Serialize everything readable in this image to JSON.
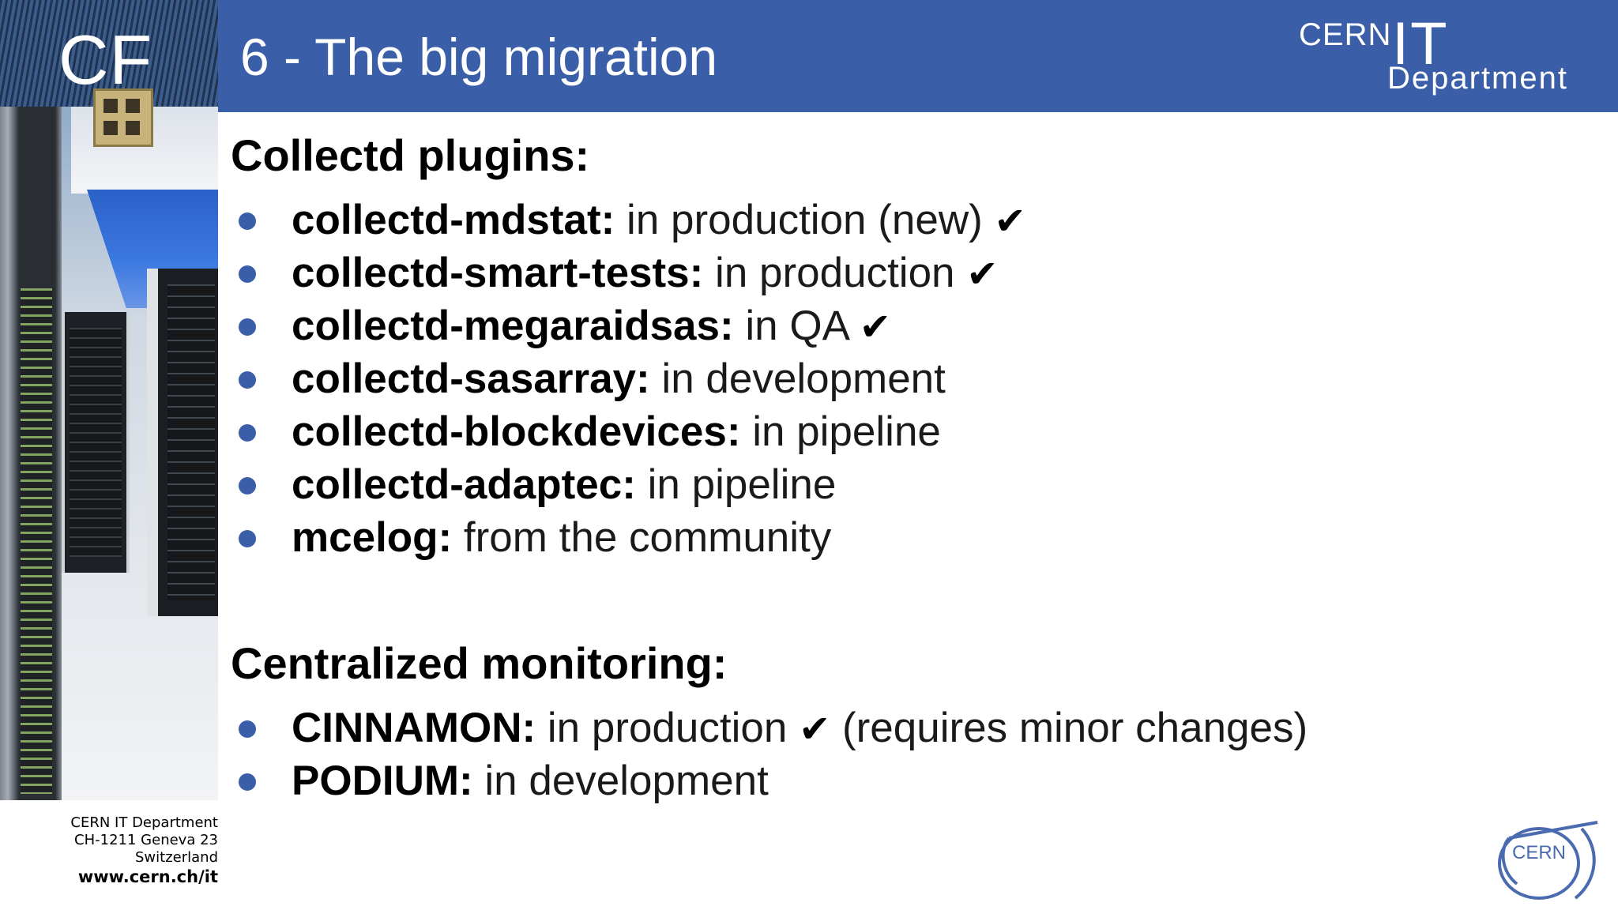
{
  "sidebar": {
    "section_label": "CF"
  },
  "header": {
    "title": "6 - The big migration",
    "logo": {
      "cern": "CERN",
      "it": "IT",
      "department": "Department"
    }
  },
  "sections": [
    {
      "heading": "Collectd plugins:",
      "items": [
        {
          "name": "collectd-mdstat:",
          "status": " in production (new) ",
          "check": "✔",
          "note": ""
        },
        {
          "name": "collectd-smart-tests:",
          "status": " in production ",
          "check": "✔",
          "note": ""
        },
        {
          "name": "collectd-megaraidsas:",
          "status": " in QA ",
          "check": "✔",
          "note": ""
        },
        {
          "name": "collectd-sasarray:",
          "status": " in development",
          "check": "",
          "note": ""
        },
        {
          "name": "collectd-blockdevices:",
          "status": " in pipeline",
          "check": "",
          "note": ""
        },
        {
          "name": "collectd-adaptec:",
          "status": " in pipeline",
          "check": "",
          "note": ""
        },
        {
          "name": "mcelog:",
          "status": " from the community",
          "check": "",
          "note": ""
        }
      ]
    },
    {
      "heading": "Centralized monitoring:",
      "items": [
        {
          "name": "CINNAMON:",
          "status": " in production ",
          "check": "✔",
          "note": " (requires minor changes)"
        },
        {
          "name": "PODIUM:",
          "status": " in development",
          "check": "",
          "note": ""
        }
      ]
    }
  ],
  "footer": {
    "address_line1": "CERN IT Department",
    "address_line2": "CH-1211 Geneva 23",
    "address_line3": "Switzerland",
    "url": "www.cern.ch/it",
    "emblem_text": "CERN"
  },
  "colors": {
    "title_bar": "#3b5ea8",
    "bullet": "#3b5ea8",
    "text": "#000000"
  },
  "icons": {
    "status_done": "check-mark-icon",
    "bullet": "bullet-dot-icon"
  }
}
